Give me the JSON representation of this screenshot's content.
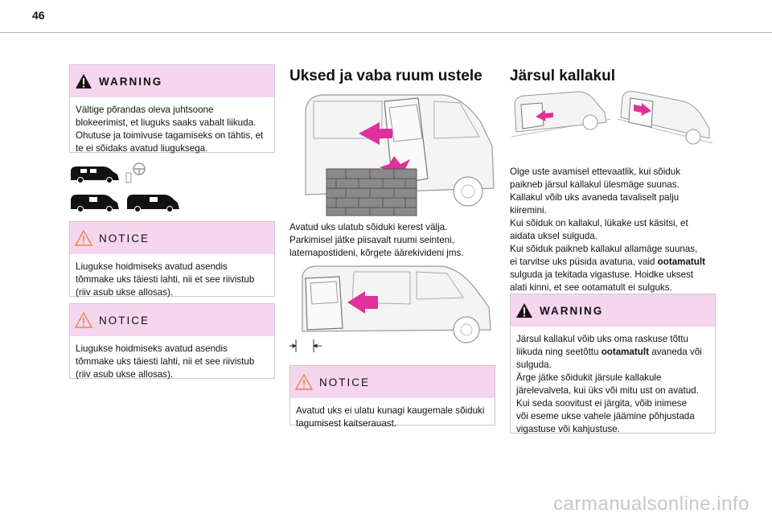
{
  "page_number": "46",
  "left": {
    "warning": {
      "title": "WARNING",
      "lines": [
        "Vältige põrandas oleva juhtsoone",
        "blokeerimist, et liuguks saaks vabalt liikuda.",
        "Ohutuse ja toimivuse tagamiseks on tähtis, et",
        "te ei sõidaks avatud liuguksega."
      ]
    },
    "notice1": {
      "title": "NOTICE",
      "lines": [
        "Liugukse hoidmiseks avatud asendis",
        "tõmmake uks täiesti lahti, nii et see riivistub",
        "(riiv asub ukse allosas)."
      ]
    },
    "notice2": {
      "title": "NOTICE",
      "lines": [
        "Liugukse hoidmiseks avatud asendis",
        "tõmmake uks täiesti lahti, nii et see riivistub",
        "(riiv asub ukse allosas)."
      ]
    }
  },
  "middle": {
    "title": "Uksed ja vaba ruum ustele",
    "paragraph": [
      "Avatud uks ulatub sõiduki kerest välja.",
      "Parkimisel jätke piisavalt ruumi seinteni,",
      "laternapostideni, kõrgete äärekivideni jms."
    ],
    "notice": {
      "title": "NOTICE",
      "lines": [
        "Avatud uks ei ulatu kunagi kaugemale sõiduki",
        "tagumisest kaitserauast."
      ]
    }
  },
  "right": {
    "title": "Järsul kallakul",
    "paragraph": [
      [
        "Olge uste avamisel ettevaatlik, kui sõiduk"
      ],
      [
        "paikneb järsul kallakul ülesmäge suunas."
      ],
      [
        "Kallakul võib uks avaneda tavaliselt palju"
      ],
      [
        "kiiremini."
      ],
      [
        "Kui sõiduk on kallakul, lükake ust käsitsi, et"
      ],
      [
        "aidata uksel sulguda."
      ],
      [
        "Kui sõiduk paikneb kallakul allamäge suunas,"
      ],
      [
        "ei tarvitse uks püsida avatuna, vaid ",
        "ootamatult"
      ],
      [
        "sulguda ja tekitada vigastuse. Hoidke uksest"
      ],
      [
        "alati kinni, et see ootamatult ei sulguks."
      ]
    ],
    "warning": {
      "title": "WARNING",
      "lines": [
        [
          "Järsul kallakul võib uks oma raskuse tõttu"
        ],
        [
          "liikuda ning seetõttu ",
          "ootamatult",
          " avaneda või"
        ],
        [
          "sulguda."
        ],
        [
          "Ärge jätke sõidukit järsule kallakule"
        ],
        [
          "järelevalveta, kui üks või mitu ust on avatud."
        ],
        [
          "Kui seda soovitust ei järgita, võib inimese"
        ],
        [
          "või eseme ukse vahele jäämine põhjustada"
        ],
        [
          "vigastuse või kahjustuse."
        ]
      ]
    }
  },
  "watermark": "carmanualsonline.info",
  "colors": {
    "header_bg": "#f6d5ee",
    "arrow": "#e0309c",
    "border": "#d4c4d0"
  },
  "icons": [
    "warning-triangle-icon",
    "notice-triangle-icon",
    "van-icon",
    "steering-wheel-icon"
  ]
}
